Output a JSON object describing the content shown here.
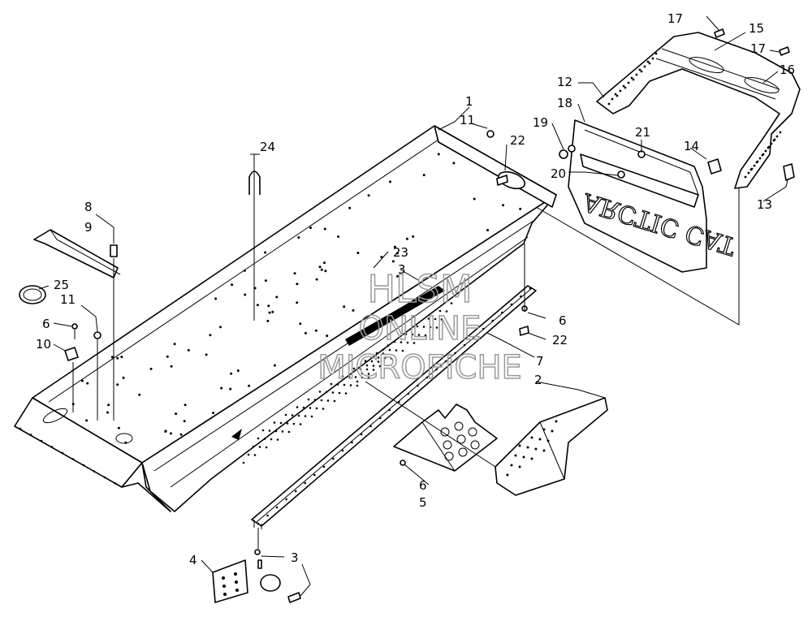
{
  "watermark": {
    "line1": "HLSM",
    "line2": "ONLINE",
    "line3": "MICROFICHE"
  },
  "flap_logo": "ARCTIC CAT",
  "callouts": [
    {
      "id": "c1",
      "label": "1"
    },
    {
      "id": "c2",
      "label": "2"
    },
    {
      "id": "c3a",
      "label": "3"
    },
    {
      "id": "c3b",
      "label": "3"
    },
    {
      "id": "c4",
      "label": "4"
    },
    {
      "id": "c5",
      "label": "5"
    },
    {
      "id": "c6a",
      "label": "6"
    },
    {
      "id": "c6b",
      "label": "6"
    },
    {
      "id": "c6c",
      "label": "6"
    },
    {
      "id": "c7",
      "label": "7"
    },
    {
      "id": "c8",
      "label": "8"
    },
    {
      "id": "c9",
      "label": "9"
    },
    {
      "id": "c10",
      "label": "10"
    },
    {
      "id": "c11a",
      "label": "11"
    },
    {
      "id": "c11b",
      "label": "11"
    },
    {
      "id": "c12",
      "label": "12"
    },
    {
      "id": "c13",
      "label": "13"
    },
    {
      "id": "c14",
      "label": "14"
    },
    {
      "id": "c15",
      "label": "15"
    },
    {
      "id": "c16",
      "label": "16"
    },
    {
      "id": "c17a",
      "label": "17"
    },
    {
      "id": "c17b",
      "label": "17"
    },
    {
      "id": "c18",
      "label": "18"
    },
    {
      "id": "c19",
      "label": "19"
    },
    {
      "id": "c20",
      "label": "20"
    },
    {
      "id": "c21",
      "label": "21"
    },
    {
      "id": "c22a",
      "label": "22"
    },
    {
      "id": "c22b",
      "label": "22"
    },
    {
      "id": "c23",
      "label": "23"
    },
    {
      "id": "c24",
      "label": "24"
    },
    {
      "id": "c25",
      "label": "25"
    }
  ]
}
